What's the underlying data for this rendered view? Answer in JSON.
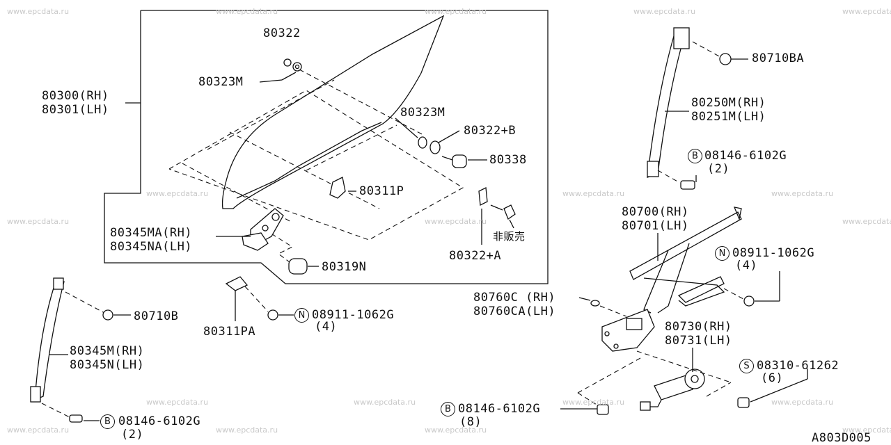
{
  "diagram": {
    "code": "A803D005",
    "watermark": "www.epcdata.ru",
    "labels": {
      "p80322_top": "80322",
      "p80323m_left": "80323M",
      "p80300": "80300(RH)",
      "p80301": "80301(LH)",
      "p80323m_right": "80323M",
      "p80322b": "80322+B",
      "p80338": "80338",
      "p80311p": "80311P",
      "p80345ma": "80345MA(RH)",
      "p80345na": "80345NA(LH)",
      "not_for_sale": "非販売",
      "p80322a": "80322+A",
      "p80319n": "80319N",
      "p80311pa": "80311PA",
      "p08911_mid": "08911-1062G",
      "q4_mid": "(4)",
      "p80710b": "80710B",
      "p80345m": "80345M(RH)",
      "p80345n": "80345N(LH)",
      "p08146_left": "08146-6102G",
      "q2_left": "(2)",
      "p80710ba": "80710BA",
      "p80250m": "80250M(RH)",
      "p80251m": "80251M(LH)",
      "p08146_right": "08146-6102G",
      "q2_right": "(2)",
      "p80700": "80700(RH)",
      "p80701": "80701(LH)",
      "p08911_right": "08911-1062G",
      "q4_right": "(4)",
      "p80760c": "80760C (RH)",
      "p80760ca": "80760CA(LH)",
      "p80730": "80730(RH)",
      "p80731": "80731(LH)",
      "p08310": "08310-61262",
      "q6": "(6)",
      "p08146_bottom": "08146-6102G",
      "q8": "(8)"
    },
    "symbols": {
      "bolt": "B",
      "nut": "N",
      "screw": "S"
    }
  }
}
